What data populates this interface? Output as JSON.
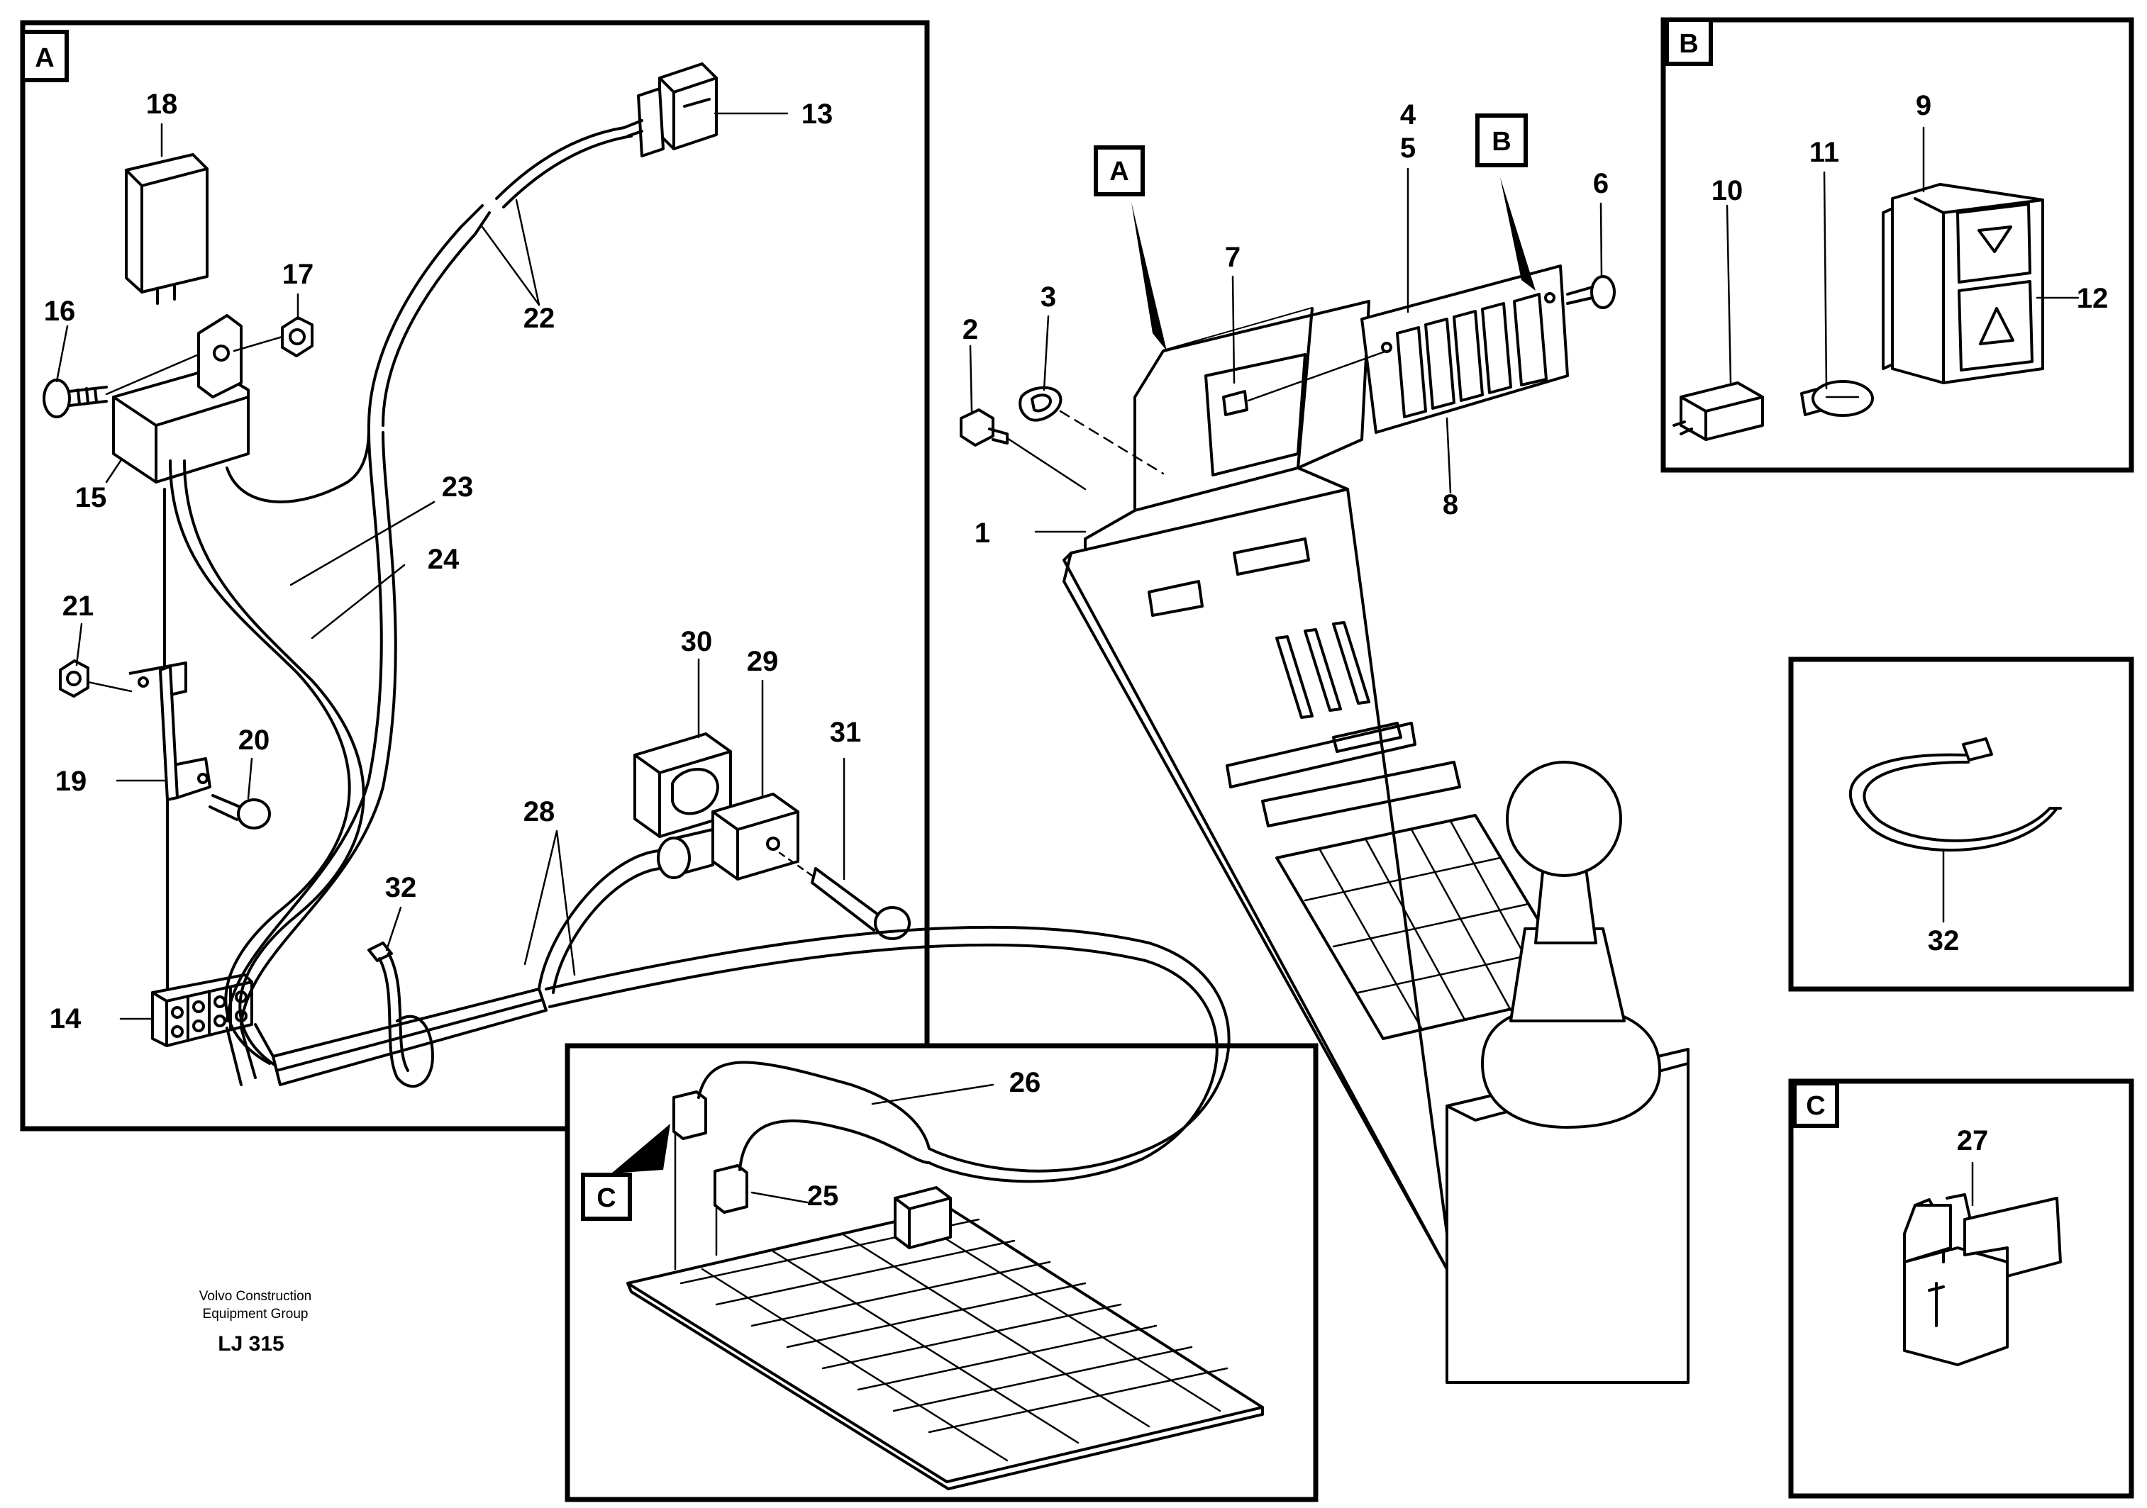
{
  "panels": {
    "A": "A",
    "B": "B",
    "C": "C",
    "callout_A": "A",
    "callout_B": "B",
    "callout_C": "C"
  },
  "labels": {
    "l1": "1",
    "l2": "2",
    "l3": "3",
    "l4": "4",
    "l5": "5",
    "l6": "6",
    "l7": "7",
    "l8": "8",
    "l9": "9",
    "l10": "10",
    "l11": "11",
    "l12": "12",
    "l13": "13",
    "l14": "14",
    "l15": "15",
    "l16": "16",
    "l17": "17",
    "l18": "18",
    "l19": "19",
    "l20": "20",
    "l21": "21",
    "l22": "22",
    "l23": "23",
    "l24": "24",
    "l25": "25",
    "l26": "26",
    "l27": "27",
    "l28": "28",
    "l29": "29",
    "l30": "30",
    "l31": "31",
    "l32a": "32",
    "l32b": "32"
  },
  "footer": {
    "company_line1": "Volvo Construction",
    "company_line2": "Equipment Group",
    "code": "LJ 315"
  }
}
